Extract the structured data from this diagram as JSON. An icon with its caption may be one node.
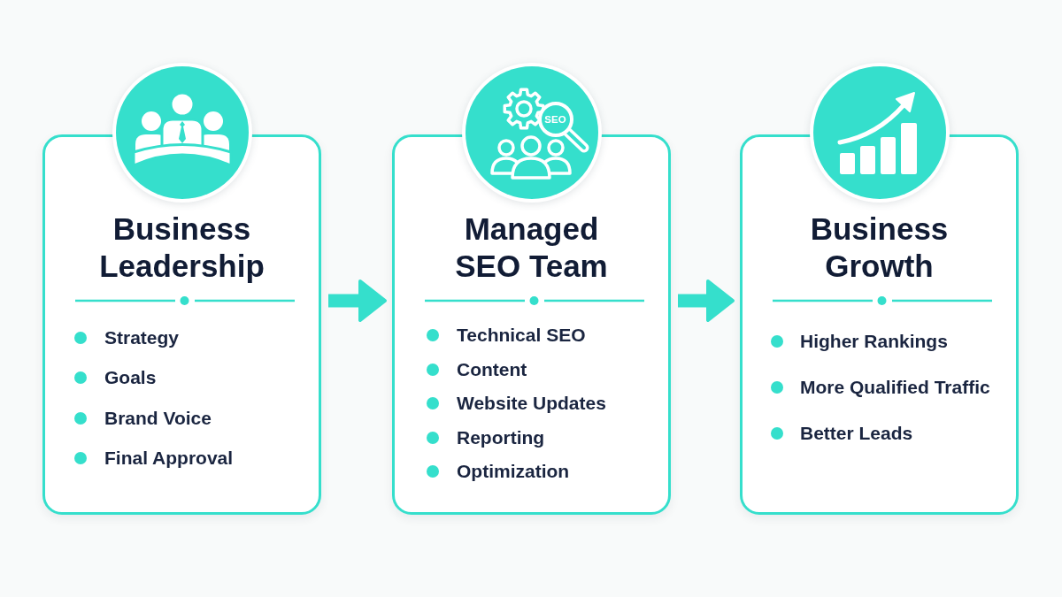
{
  "diagram": {
    "nodes": [
      {
        "text": [
          "Business Leadership",
          "Strategy",
          "Goals",
          "Brand Voice",
          "Final Approval"
        ]
      },
      {
        "text": [
          "Managed SEO Team",
          "Technical SEO",
          "Content",
          "Website Updates",
          "Reporting",
          "Optimization"
        ]
      },
      {
        "text": [
          "Business Growth",
          "Higher Rankings",
          "More Qualified Traffic",
          "Better Leads"
        ]
      }
    ],
    "edges": [
      {
        "from": 0,
        "to": 1,
        "arrow": "to"
      },
      {
        "from": 1,
        "to": 2,
        "arrow": "to"
      }
    ],
    "labels": [
      "SEO"
    ]
  }
}
